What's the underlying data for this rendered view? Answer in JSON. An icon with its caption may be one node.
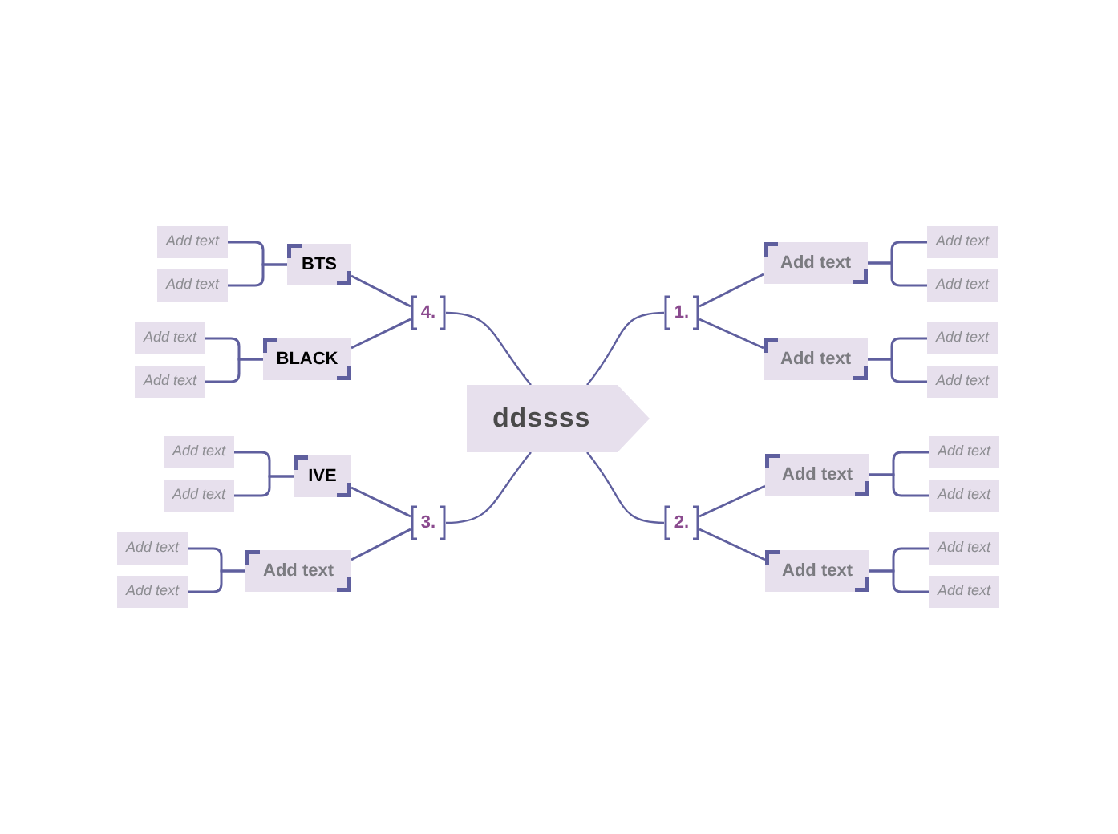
{
  "diagram": {
    "nodes": [
      {
        "text": [
          "ddssss"
        ]
      },
      {
        "text": [
          "1."
        ]
      },
      {
        "text": [
          "Add text"
        ]
      },
      {
        "text": [
          "Add text"
        ]
      },
      {
        "text": [
          "Add text"
        ]
      },
      {
        "text": [
          "Add text"
        ]
      },
      {
        "text": [
          "Add text"
        ]
      },
      {
        "text": [
          "Add text"
        ]
      },
      {
        "text": [
          "2."
        ]
      },
      {
        "text": [
          "Add text"
        ]
      },
      {
        "text": [
          "Add text"
        ]
      },
      {
        "text": [
          "Add text"
        ]
      },
      {
        "text": [
          "Add text"
        ]
      },
      {
        "text": [
          "Add text"
        ]
      },
      {
        "text": [
          "Add text"
        ]
      },
      {
        "text": [
          "3."
        ]
      },
      {
        "text": [
          "IVE"
        ]
      },
      {
        "text": [
          "Add text"
        ]
      },
      {
        "text": [
          "Add text"
        ]
      },
      {
        "text": [
          "Add text"
        ]
      },
      {
        "text": [
          "Add text"
        ]
      },
      {
        "text": [
          "Add text"
        ]
      },
      {
        "text": [
          "4."
        ]
      },
      {
        "text": [
          "BTS"
        ]
      },
      {
        "text": [
          "Add text"
        ]
      },
      {
        "text": [
          "Add text"
        ]
      },
      {
        "text": [
          "BLACK"
        ]
      },
      {
        "text": [
          "Add text"
        ]
      },
      {
        "text": [
          "Add text"
        ]
      }
    ],
    "edges": [
      {
        "from": 0,
        "to": 1,
        "arrow": "none"
      },
      {
        "from": 1,
        "to": 2,
        "arrow": "none"
      },
      {
        "from": 2,
        "to": 3,
        "arrow": "none"
      },
      {
        "from": 2,
        "to": 4,
        "arrow": "none"
      },
      {
        "from": 1,
        "to": 5,
        "arrow": "none"
      },
      {
        "from": 5,
        "to": 6,
        "arrow": "none"
      },
      {
        "from": 5,
        "to": 7,
        "arrow": "none"
      },
      {
        "from": 0,
        "to": 8,
        "arrow": "none"
      },
      {
        "from": 8,
        "to": 9,
        "arrow": "none"
      },
      {
        "from": 9,
        "to": 10,
        "arrow": "none"
      },
      {
        "from": 9,
        "to": 11,
        "arrow": "none"
      },
      {
        "from": 8,
        "to": 12,
        "arrow": "none"
      },
      {
        "from": 12,
        "to": 13,
        "arrow": "none"
      },
      {
        "from": 12,
        "to": 14,
        "arrow": "none"
      },
      {
        "from": 0,
        "to": 15,
        "arrow": "none"
      },
      {
        "from": 15,
        "to": 16,
        "arrow": "none"
      },
      {
        "from": 16,
        "to": 17,
        "arrow": "none"
      },
      {
        "from": 16,
        "to": 18,
        "arrow": "none"
      },
      {
        "from": 15,
        "to": 19,
        "arrow": "none"
      },
      {
        "from": 19,
        "to": 20,
        "arrow": "none"
      },
      {
        "from": 19,
        "to": 21,
        "arrow": "none"
      },
      {
        "from": 0,
        "to": 22,
        "arrow": "none"
      },
      {
        "from": 22,
        "to": 23,
        "arrow": "none"
      },
      {
        "from": 23,
        "to": 24,
        "arrow": "none"
      },
      {
        "from": 23,
        "to": 25,
        "arrow": "none"
      },
      {
        "from": 22,
        "to": 26,
        "arrow": "none"
      },
      {
        "from": 26,
        "to": 27,
        "arrow": "none"
      },
      {
        "from": 26,
        "to": 28,
        "arrow": "none"
      }
    ]
  }
}
